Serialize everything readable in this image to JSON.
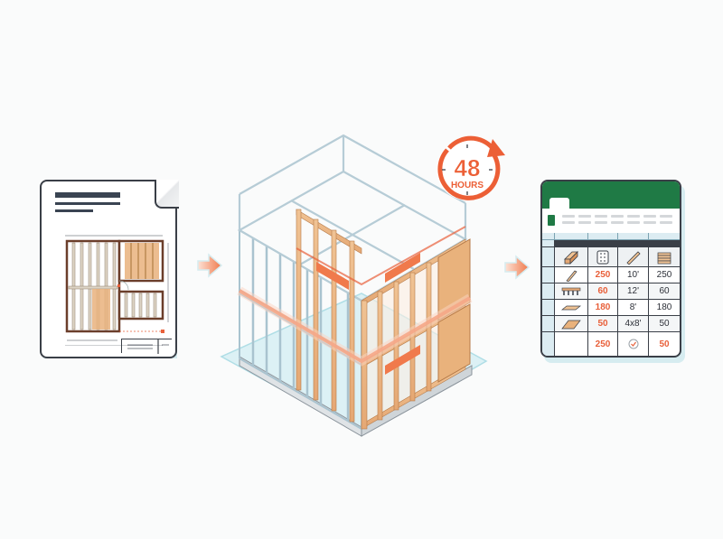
{
  "diagram": {
    "description": "Floor plan to framed 3D model in 48 hours to material takeoff spreadsheet",
    "colors": {
      "accent_orange": "#e8603a",
      "wood": "#e9b27c",
      "blueprint_line": "#a9c3cf",
      "spreadsheet_green": "#1f7a45",
      "outline": "#3a3f47",
      "background": "#fafbfb"
    },
    "steps": [
      {
        "id": "floor-plan",
        "label": "Floor plan document"
      },
      {
        "id": "framing-model",
        "label": "3D wall framing model"
      },
      {
        "id": "takeoff-sheet",
        "label": "Material takeoff spreadsheet"
      }
    ]
  },
  "badge": {
    "number": "48",
    "unit": "HOURS"
  },
  "spreadsheet": {
    "header_icons": [
      "lumber-icon",
      "calculator-icon",
      "board-icon",
      "stack-icon"
    ],
    "rows": [
      {
        "icon": "stud-icon",
        "qty": "250",
        "length": "10'",
        "total": "250"
      },
      {
        "icon": "truss-icon",
        "qty": "60",
        "length": "12'",
        "total": "60"
      },
      {
        "icon": "plank-icon",
        "qty": "180",
        "length": "8'",
        "total": "180"
      },
      {
        "icon": "sheathing-icon",
        "qty": "50",
        "length": "4x8'",
        "total": "50"
      }
    ],
    "summary": {
      "qty": "250",
      "check": "check-icon",
      "total": "50"
    }
  }
}
